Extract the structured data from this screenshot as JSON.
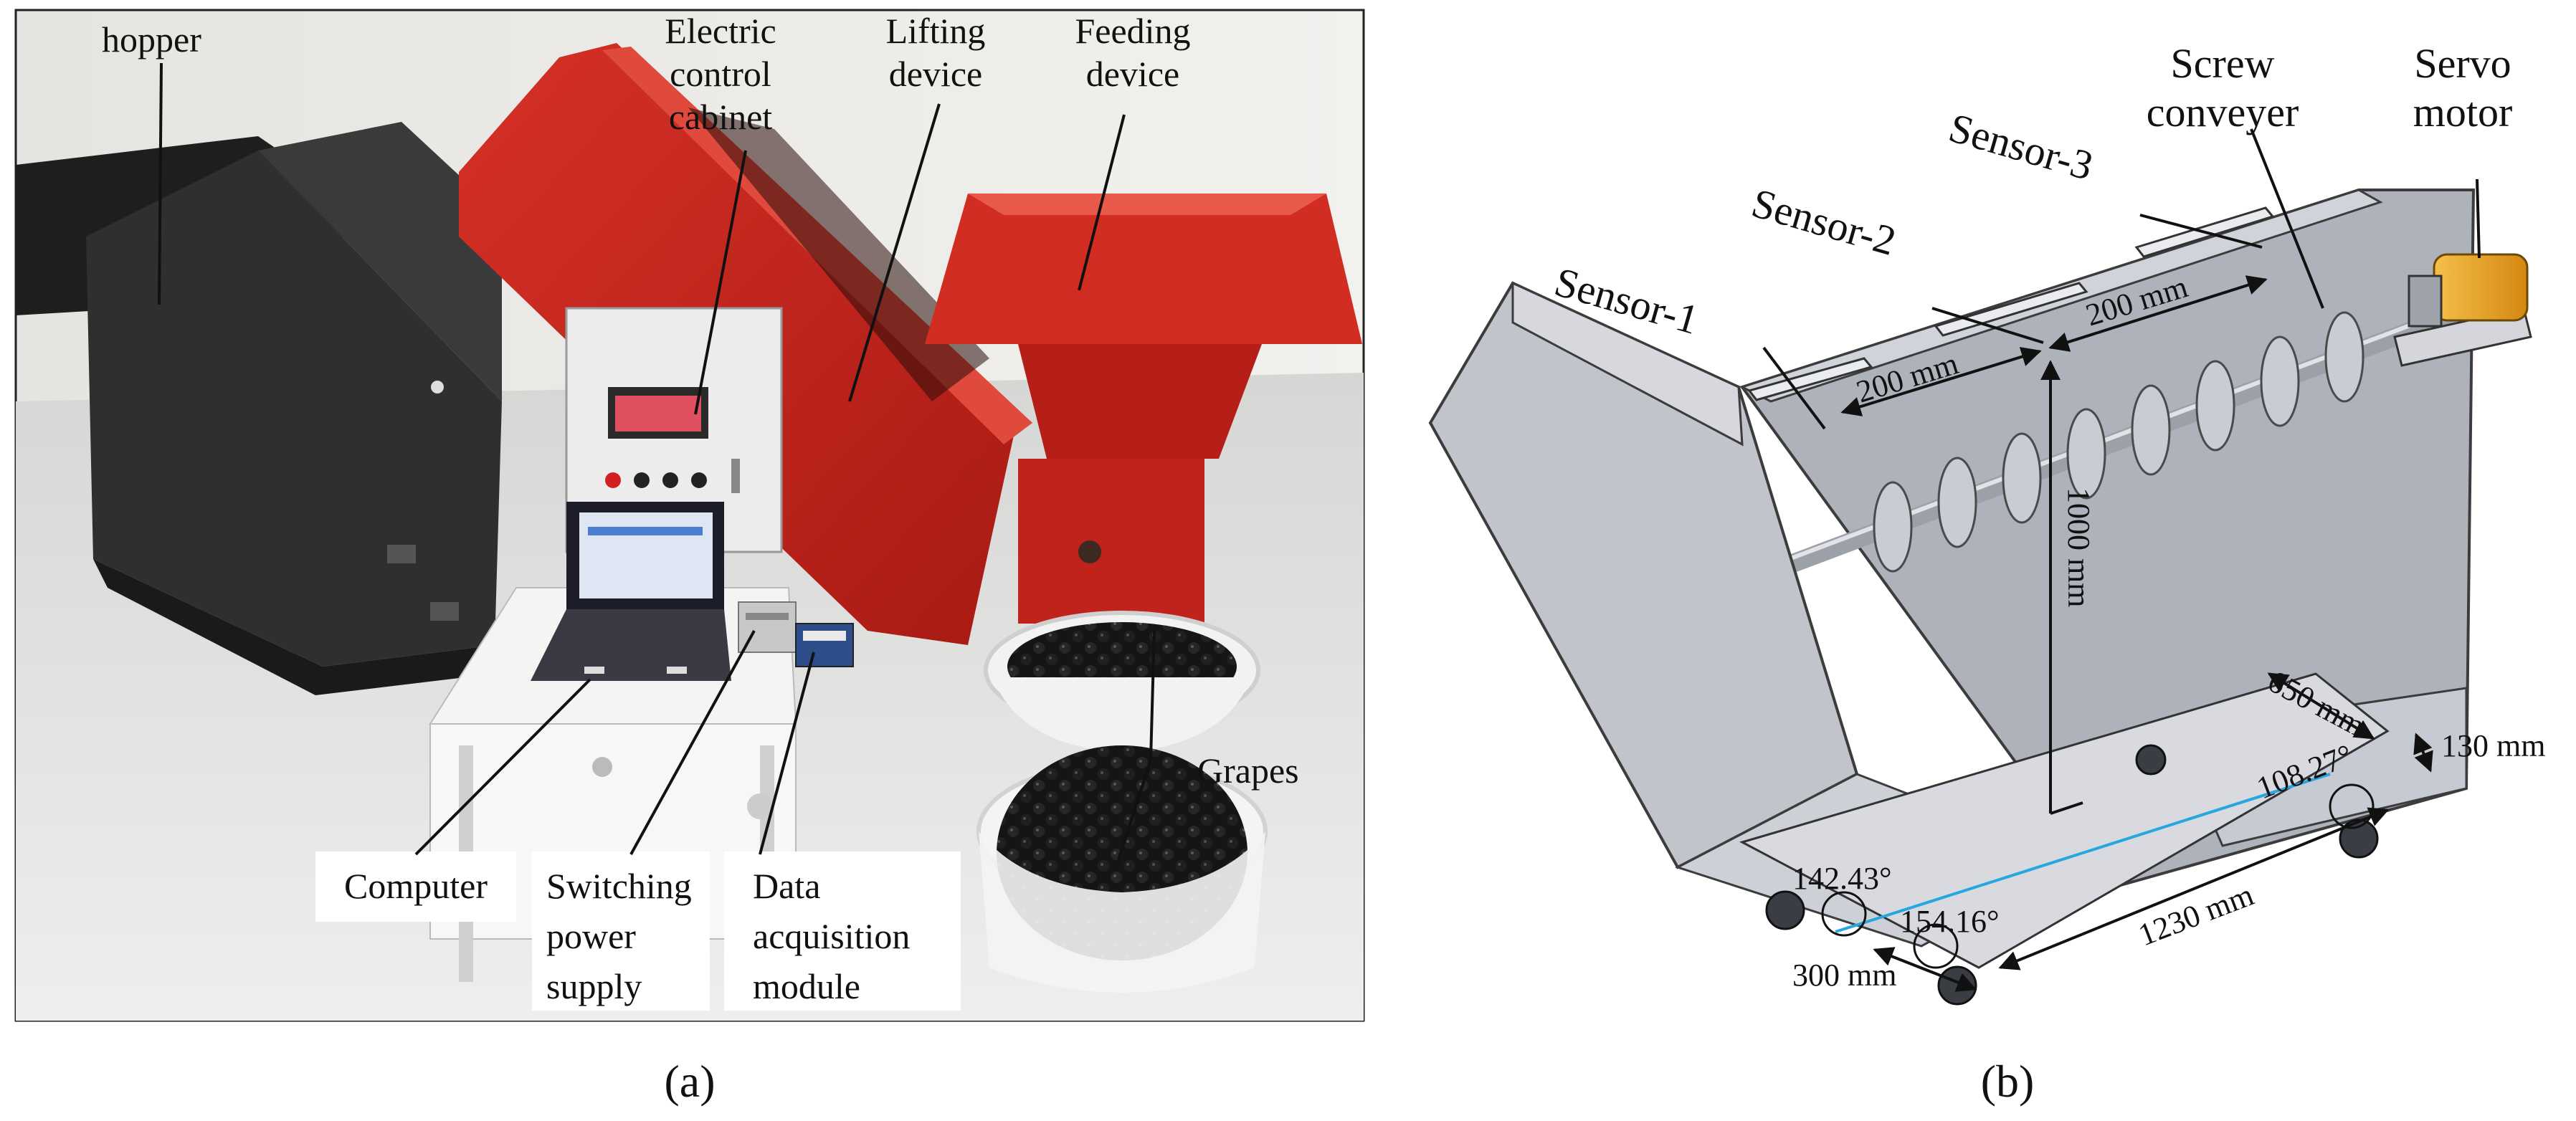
{
  "panel_a": {
    "caption": "(a)",
    "labels": {
      "hopper": "hopper",
      "cabinet": [
        "Electric",
        "control",
        "cabinet"
      ],
      "lifting": [
        "Lifting",
        "device"
      ],
      "feeding": [
        "Feeding",
        "device"
      ],
      "grapes": "Grapes",
      "computer": "Computer",
      "power": [
        "Switching",
        "power",
        "supply"
      ],
      "daq": [
        "Data",
        "acquisition",
        "module"
      ]
    }
  },
  "panel_b": {
    "caption": "(b)",
    "labels": {
      "screw": [
        "Screw",
        "conveyer"
      ],
      "servo": [
        "Servo",
        "motor"
      ],
      "sensor1": "Sensor-1",
      "sensor2": "Sensor-2",
      "sensor3": "Sensor-3"
    },
    "dimensions": {
      "s1_s2": "200 mm",
      "s2_s3": "200 mm",
      "height": "1000 mm",
      "width": "650 mm",
      "depth": "130 mm",
      "length": "1230 mm",
      "base": "300 mm",
      "angle1": "142.43°",
      "angle2": "154.16°",
      "angle3": "108.27°"
    }
  },
  "colors": {
    "red_machine": "#c0231c",
    "hopper_dark": "#2b2b2b",
    "cad_gray": "#b9bcc4",
    "motor_orange": "#e8a11e",
    "blue_line": "#27a7df"
  }
}
